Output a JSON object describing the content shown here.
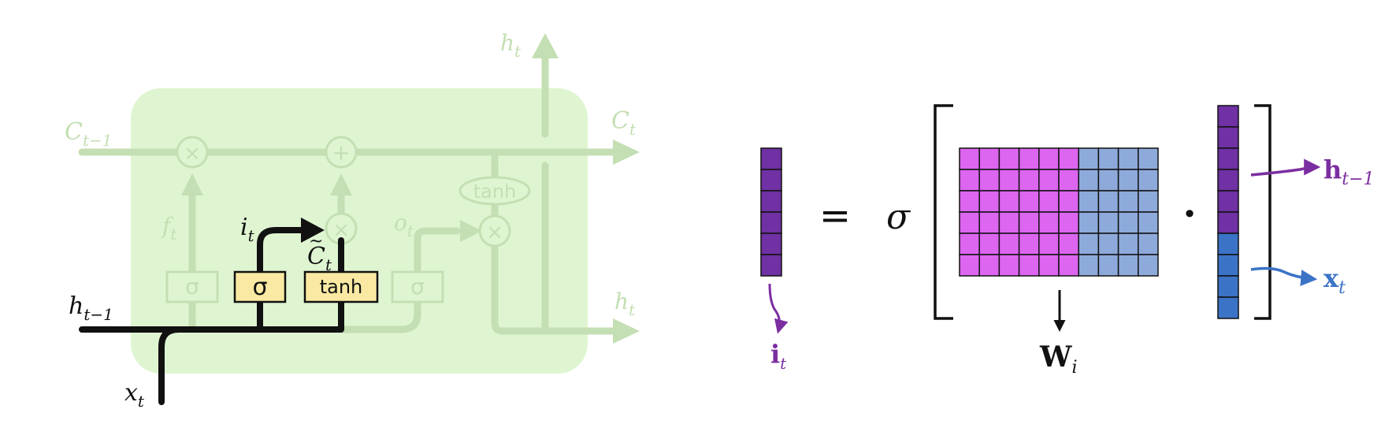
{
  "colors": {
    "cell_fill": "#dff5d1",
    "faded": "#c4dfb3",
    "faded_stroke": "#b9d8a5",
    "gate_fill": "#f9e9a2",
    "black": "#111111",
    "purple": "#7b2ea0",
    "purple_dark": "#6f31a3",
    "magenta": "#dc66f0",
    "light_blue": "#8eaadb",
    "blue": "#3b73c7"
  },
  "lstm": {
    "labels": {
      "c_prev": "C",
      "c_prev_sub": "t−1",
      "c_next": "C",
      "c_next_sub": "t",
      "h_top": "h",
      "h_top_sub": "t",
      "h_right": "h",
      "h_right_sub": "t",
      "h_prev": "h",
      "h_prev_sub": "t−1",
      "x_in": "x",
      "x_in_sub": "t",
      "f_gate": "f",
      "f_gate_sub": "t",
      "i_gate": "i",
      "i_gate_sub": "t",
      "o_gate": "o",
      "o_gate_sub": "t",
      "c_tilde": "C",
      "c_tilde_sub": "t",
      "c_tilde_mark": "~"
    },
    "ops": {
      "times": "×",
      "plus": "+"
    },
    "gates": {
      "forget": "σ",
      "input": "σ",
      "candidate": "tanh",
      "output": "σ",
      "out_tanh": "tanh"
    }
  },
  "equation": {
    "equals": "=",
    "sigma": "σ",
    "dot": "•",
    "it_label": "i",
    "it_sub": "t",
    "w_label": "W",
    "w_sub": "i",
    "h_label": "h",
    "h_sub": "t−1",
    "x_label": "x",
    "x_sub": "t"
  }
}
